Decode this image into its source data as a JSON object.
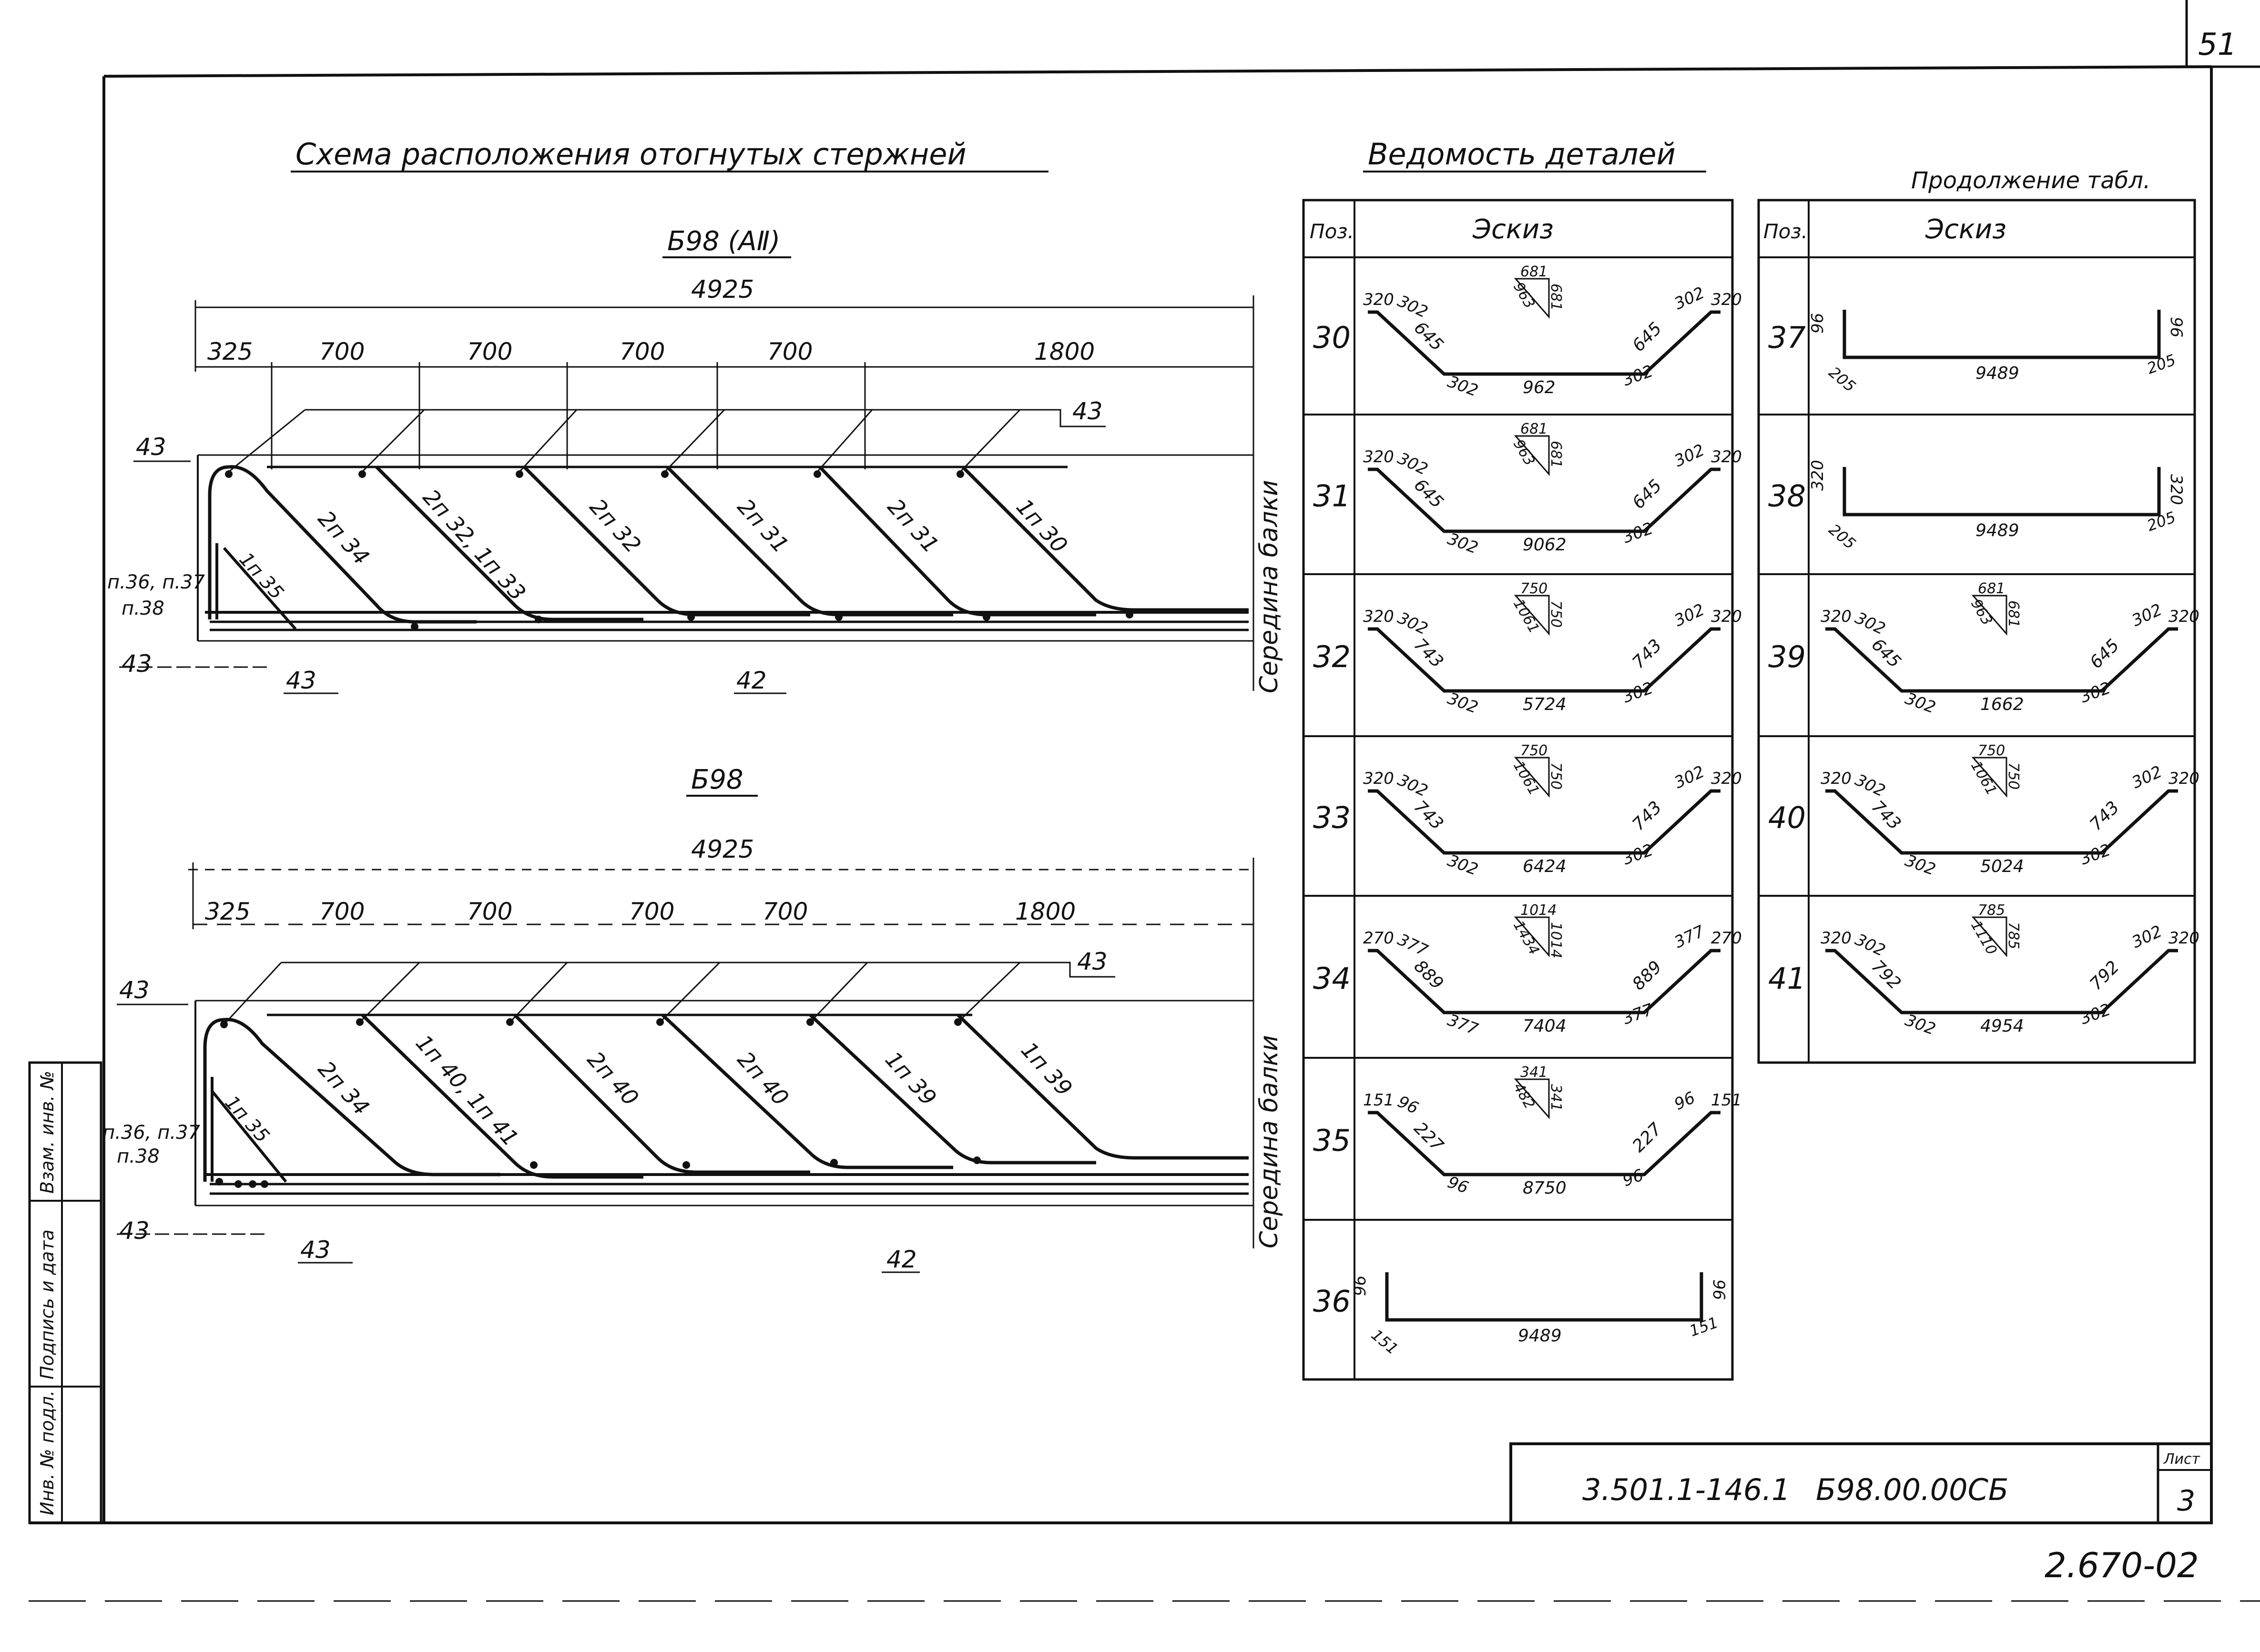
{
  "sheet_number": "51",
  "doc_code": "3.501.1-146.1",
  "doc_mark": "Б98.00.00СБ",
  "sheet_label": "Лист",
  "sheet_index": "3",
  "bottom_code": "2.670-02",
  "side_stamp": [
    "Инв. № подл.",
    "Подпись и дата",
    "Взам. инв. №"
  ],
  "scheme": {
    "title": "Схема расположения отогнутых стержней",
    "beam_top_label": "Б98 (АⅡ)",
    "beam_bottom_label": "Б98",
    "total_dim": "4925",
    "segments": [
      "325",
      "700",
      "700",
      "700",
      "700",
      "1800"
    ],
    "mid_label": "Середина балки",
    "pos_labels": {
      "p43": "43",
      "p42": "42",
      "side": "п.36, п.37",
      "side2": "п.38"
    },
    "top_bars": [
      "2п 34",
      "2п 32, 1п 33",
      "2п 32",
      "2п 31",
      "2п 31",
      "1п 30",
      "1п 35"
    ],
    "bottom_bars": [
      "2п 34",
      "1п 40, 1п 41",
      "2п 40",
      "2п 40",
      "1п 39",
      "1п 39",
      "1п 35"
    ]
  },
  "table": {
    "title": "Ведомость деталей",
    "continuation": "Продолжение табл.",
    "col_pos": "Поз.",
    "col_sketch": "Эскиз",
    "rows_left": [
      {
        "pos": "30",
        "legs": "320",
        "seg": "302",
        "diag": "645",
        "bottom": "962",
        "tri": [
          "681",
          "963",
          "681"
        ]
      },
      {
        "pos": "31",
        "legs": "320",
        "seg": "302",
        "diag": "645",
        "bottom": "9062",
        "tri": [
          "681",
          "963",
          "681"
        ]
      },
      {
        "pos": "32",
        "legs": "320",
        "seg": "302",
        "diag": "743",
        "bottom": "5724",
        "tri": [
          "750",
          "1061",
          "750"
        ]
      },
      {
        "pos": "33",
        "legs": "320",
        "seg": "302",
        "diag": "743",
        "bottom": "6424",
        "tri": [
          "750",
          "1061",
          "750"
        ]
      },
      {
        "pos": "34",
        "legs": "270",
        "seg": "377",
        "diag": "889",
        "bottom": "7404",
        "tri": [
          "1014",
          "1434",
          "1014"
        ]
      },
      {
        "pos": "35",
        "legs": "151",
        "seg": "96",
        "diag": "227",
        "bottom": "8750",
        "tri": [
          "341",
          "482",
          "341"
        ]
      },
      {
        "pos": "36",
        "legs": "96",
        "seg": "151",
        "bottom": "9489"
      }
    ],
    "rows_right": [
      {
        "pos": "37",
        "legs": "96",
        "seg": "205",
        "bottom": "9489"
      },
      {
        "pos": "38",
        "legs": "320",
        "seg": "205",
        "bottom": "9489"
      },
      {
        "pos": "39",
        "legs": "320",
        "seg": "302",
        "diag": "645",
        "bottom": "1662",
        "tri": [
          "681",
          "963",
          "681"
        ]
      },
      {
        "pos": "40",
        "legs": "320",
        "seg": "302",
        "diag": "743",
        "bottom": "5024",
        "tri": [
          "750",
          "1061",
          "750"
        ]
      },
      {
        "pos": "41",
        "legs": "320",
        "seg": "302",
        "diag": "792",
        "bottom": "4954",
        "tri": [
          "785",
          "1110",
          "785"
        ]
      }
    ]
  }
}
